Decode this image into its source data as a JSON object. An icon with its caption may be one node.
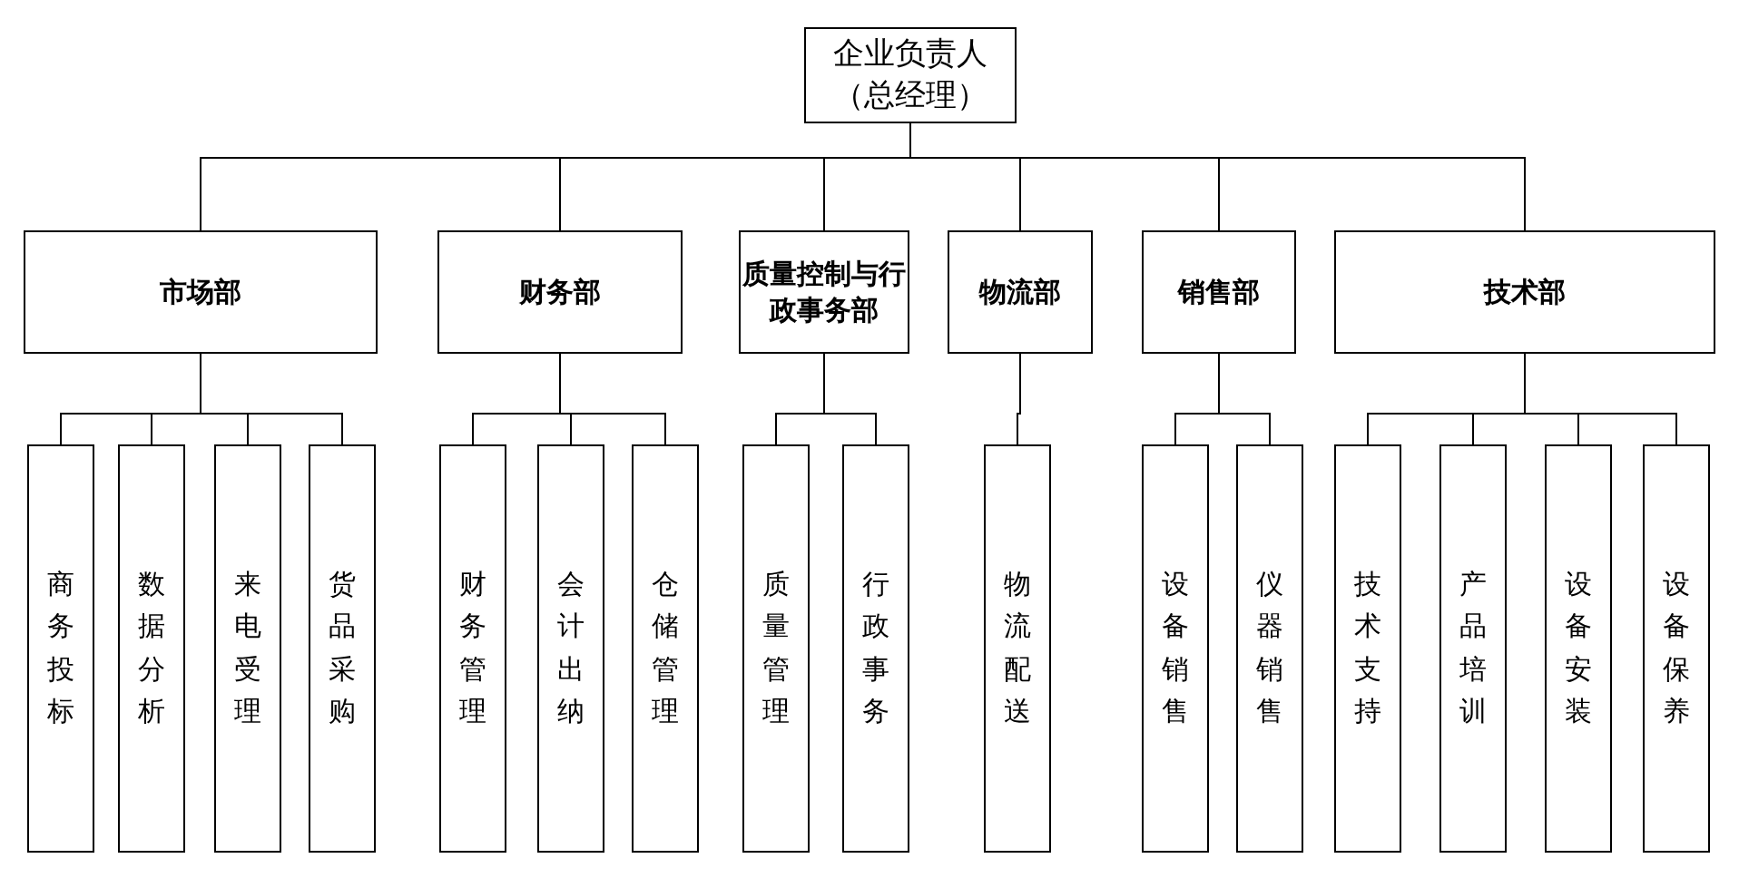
{
  "diagram": {
    "nodes": [
      {
        "text": [
          "企业负责人（总经理）"
        ]
      },
      {
        "text": [
          "市场部"
        ]
      },
      {
        "text": [
          "财务部"
        ]
      },
      {
        "text": [
          "质量控制与行政事务部"
        ]
      },
      {
        "text": [
          "物流部"
        ]
      },
      {
        "text": [
          "销售部"
        ]
      },
      {
        "text": [
          "技术部"
        ]
      },
      {
        "text": [
          "商务投标"
        ]
      },
      {
        "text": [
          "数据分析"
        ]
      },
      {
        "text": [
          "来电受理"
        ]
      },
      {
        "text": [
          "货品采购"
        ]
      },
      {
        "text": [
          "财务管理"
        ]
      },
      {
        "text": [
          "会计出纳"
        ]
      },
      {
        "text": [
          "仓储管理"
        ]
      },
      {
        "text": [
          "质量管理"
        ]
      },
      {
        "text": [
          "行政事务"
        ]
      },
      {
        "text": [
          "物流配送"
        ]
      },
      {
        "text": [
          "设备销售"
        ]
      },
      {
        "text": [
          "仪器销售"
        ]
      },
      {
        "text": [
          "技术支持"
        ]
      },
      {
        "text": [
          "产品培训"
        ]
      },
      {
        "text": [
          "设备安装"
        ]
      },
      {
        "text": [
          "设备保养"
        ]
      }
    ],
    "edges": [
      {
        "from": 0,
        "to": 1,
        "arrow": "none"
      },
      {
        "from": 0,
        "to": 2,
        "arrow": "none"
      },
      {
        "from": 0,
        "to": 3,
        "arrow": "none"
      },
      {
        "from": 0,
        "to": 4,
        "arrow": "none"
      },
      {
        "from": 0,
        "to": 5,
        "arrow": "none"
      },
      {
        "from": 0,
        "to": 6,
        "arrow": "none"
      },
      {
        "from": 1,
        "to": 7,
        "arrow": "none"
      },
      {
        "from": 1,
        "to": 8,
        "arrow": "none"
      },
      {
        "from": 1,
        "to": 9,
        "arrow": "none"
      },
      {
        "from": 1,
        "to": 10,
        "arrow": "none"
      },
      {
        "from": 2,
        "to": 11,
        "arrow": "none"
      },
      {
        "from": 2,
        "to": 12,
        "arrow": "none"
      },
      {
        "from": 2,
        "to": 13,
        "arrow": "none"
      },
      {
        "from": 3,
        "to": 14,
        "arrow": "none"
      },
      {
        "from": 3,
        "to": 15,
        "arrow": "none"
      },
      {
        "from": 4,
        "to": 16,
        "arrow": "none"
      },
      {
        "from": 5,
        "to": 17,
        "arrow": "none"
      },
      {
        "from": 5,
        "to": 18,
        "arrow": "none"
      },
      {
        "from": 6,
        "to": 19,
        "arrow": "none"
      },
      {
        "from": 6,
        "to": 20,
        "arrow": "none"
      },
      {
        "from": 6,
        "to": 21,
        "arrow": "none"
      },
      {
        "from": 6,
        "to": 22,
        "arrow": "none"
      }
    ]
  }
}
